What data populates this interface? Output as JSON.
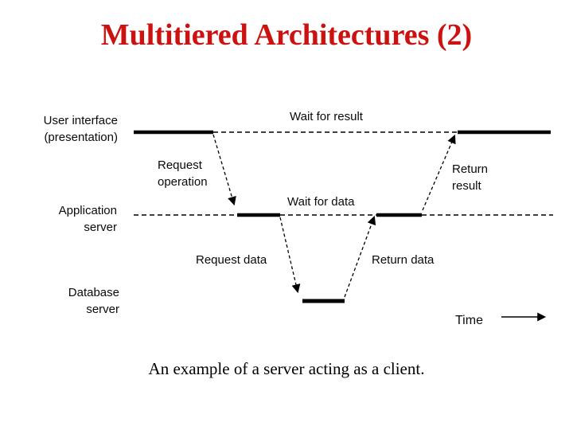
{
  "slide": {
    "title": "Multitiered Architectures (2)",
    "caption": "An example of a server acting as a client."
  },
  "diagram": {
    "tiers": [
      {
        "id": "user-interface",
        "label": "User interface\n(presentation)"
      },
      {
        "id": "application-server",
        "label": "Application\nserver"
      },
      {
        "id": "database-server",
        "label": "Database\nserver"
      }
    ],
    "messages": [
      {
        "from": "user-interface",
        "to": "application-server",
        "label": "Request\noperation"
      },
      {
        "from": "application-server",
        "to": "database-server",
        "label": "Request data"
      },
      {
        "from": "database-server",
        "to": "application-server",
        "label": "Return data"
      },
      {
        "from": "application-server",
        "to": "user-interface",
        "label": "Return\nresult"
      }
    ],
    "wait_states": [
      {
        "tier": "user-interface",
        "label": "Wait for result"
      },
      {
        "tier": "application-server",
        "label": "Wait for data"
      }
    ],
    "time_axis_label": "Time"
  },
  "colors": {
    "title": "#cc1111",
    "diagram_ink": "#000000",
    "background": "#ffffff"
  }
}
